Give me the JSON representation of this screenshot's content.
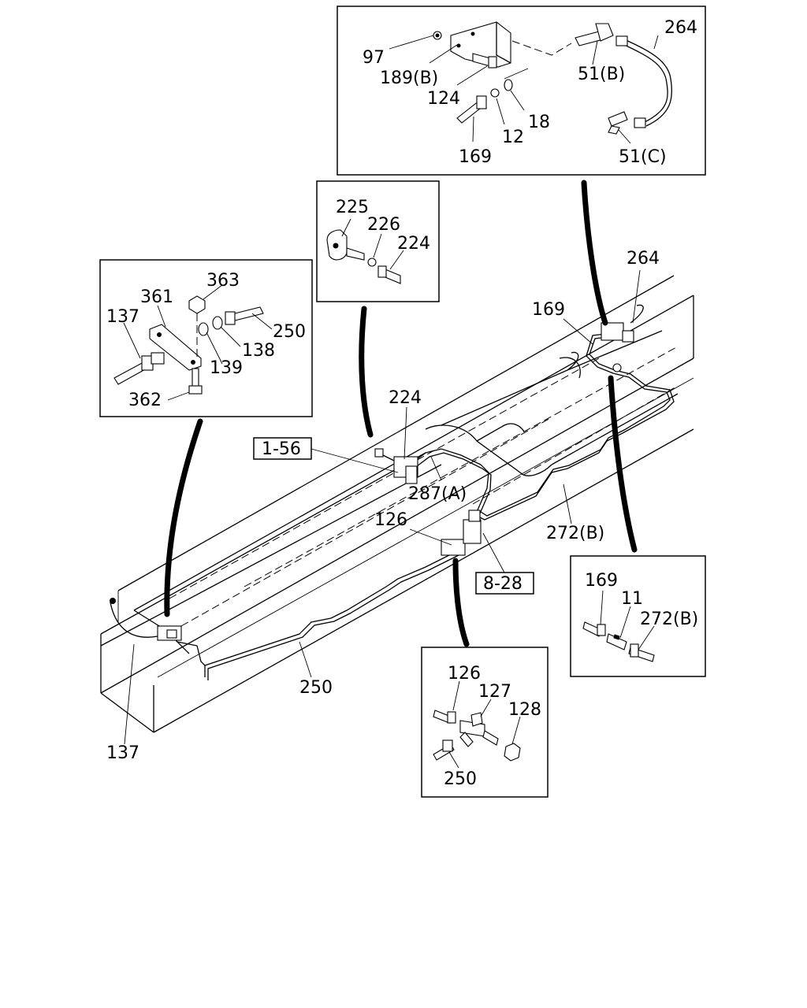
{
  "diagram": {
    "inset_top": {
      "labels": [
        "97",
        "189(B)",
        "124",
        "18",
        "12",
        "169",
        "51(B)",
        "264",
        "51(C)"
      ]
    },
    "inset_225": {
      "labels": [
        "225",
        "226",
        "224"
      ]
    },
    "inset_bracket": {
      "labels": [
        "363",
        "361",
        "137",
        "250",
        "138",
        "139",
        "362"
      ]
    },
    "inset_right": {
      "labels": [
        "169",
        "11",
        "272(B)"
      ]
    },
    "inset_bottom": {
      "labels": [
        "126",
        "127",
        "128",
        "250"
      ]
    },
    "main": {
      "labels": [
        "264",
        "169",
        "224",
        "287(A)",
        "126",
        "272(B)",
        "250",
        "137"
      ],
      "refs": [
        "1-56",
        "8-28"
      ]
    }
  }
}
